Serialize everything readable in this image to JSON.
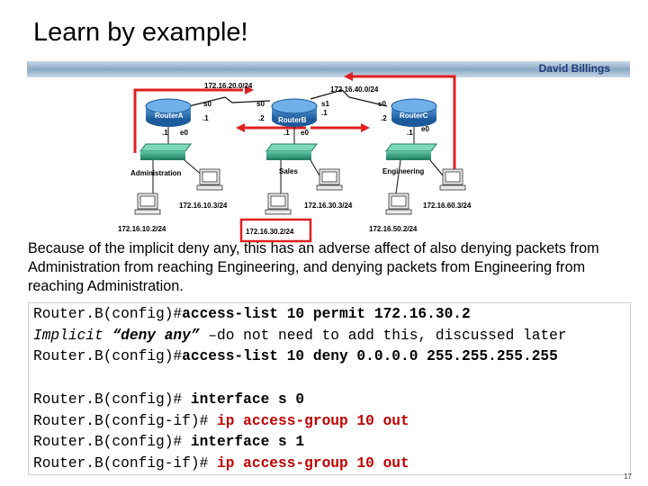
{
  "title": "Learn by example!",
  "author": "David Billings",
  "diagram": {
    "networks": {
      "top_left": "172.16.20.0/24",
      "top_right": "172.16.40.0/24"
    },
    "routers": [
      {
        "name": "RouterA",
        "iface_s0": "s0",
        "iface_e0": "e0",
        "addr_s0": ".1",
        "addr_e0": ".1"
      },
      {
        "name": "RouterB",
        "iface_s0": "s0",
        "iface_s1": "s1",
        "iface_e0": "e0",
        "addr_s0": ".2",
        "addr_s1": ".1",
        "addr_e0": ".1"
      },
      {
        "name": "RouterC",
        "iface_s0": "s0",
        "iface_e0": "e0",
        "addr_s0": ".2",
        "addr_e0": ".1"
      }
    ],
    "segments": [
      "Administration",
      "Sales",
      "Engineering"
    ],
    "hosts": [
      "172.16.10.2/24",
      "172.16.10.3/24",
      "172.16.30.2/24",
      "172.16.30.3/24",
      "172.16.50.2/24",
      "172.16.60.3/24"
    ]
  },
  "paragraph": "Because of the implicit deny any, this has an adverse affect of also denying packets from Administration from reaching Engineering, and denying packets from Engineering from reaching Administration.",
  "code": {
    "l1_prompt": "Router.B(config)#",
    "l1_cmd": "access-list 10 permit 172.16.30.2",
    "l2_a": "Implicit ",
    "l2_b": "“deny any”",
    "l2_c": " –do not need to add this, discussed later",
    "l3_prompt": "Router.B(config)#",
    "l3_cmd": "access-list 10 deny 0.0.0.0 255.255.255.255",
    "l4_prompt": "Router.B(config)# ",
    "l4_cmd": "interface s 0",
    "l5_prompt": "Router.B(config-if)# ",
    "l5_cmd": "ip access-group 10 out",
    "l6_prompt": "Router.B(config)# ",
    "l6_cmd": "interface s 1",
    "l7_prompt": "Router.B(config-if)# ",
    "l7_cmd": "ip access-group 10 out"
  },
  "page_number": "17",
  "colors": {
    "banner": "#8aa7c4",
    "router": "#2b6fb0",
    "switch": "#2f9a7a",
    "highlight": "#e02020"
  }
}
